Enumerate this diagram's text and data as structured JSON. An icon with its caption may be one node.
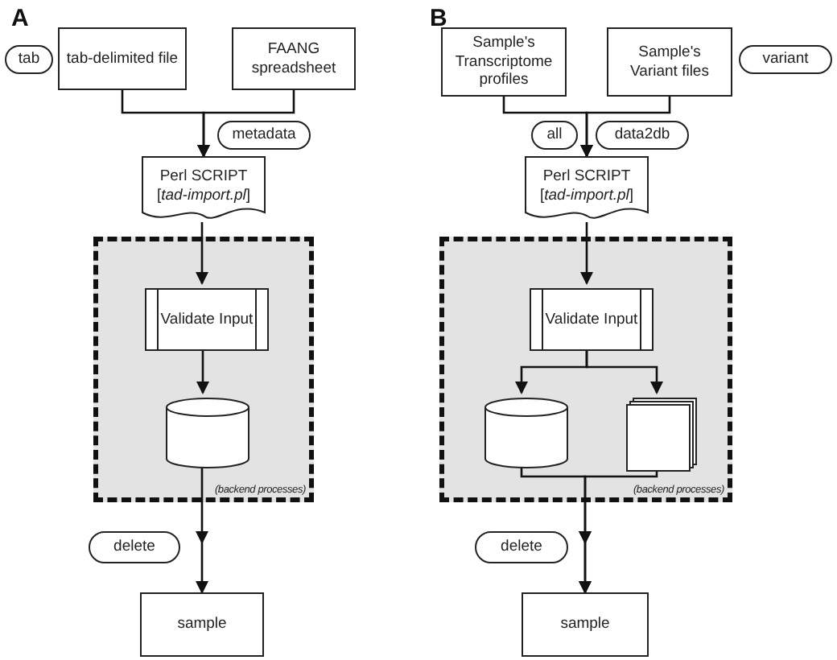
{
  "diagram": {
    "nodes": [
      {
        "text": [
          "tab"
        ]
      },
      {
        "text": [
          "tab-delimited file"
        ]
      },
      {
        "text": [
          "FAANG spreadsheet"
        ]
      },
      {
        "text": [
          "metadata"
        ]
      },
      {
        "text": [
          "Perl SCRIPT",
          "[*tad-import.pl*]"
        ]
      },
      {
        "text": [
          "(backend processes)"
        ]
      },
      {
        "text": [
          "Validate Input"
        ],
        "in": 5
      },
      {
        "text": [],
        "shape": "cylinder",
        "in": 5
      },
      {
        "text": [
          "delete"
        ]
      },
      {
        "text": [
          "sample"
        ]
      },
      {
        "text": [
          "Sample's Transcriptome profiles"
        ]
      },
      {
        "text": [
          "Sample's Variant files"
        ]
      },
      {
        "text": [
          "variant"
        ]
      },
      {
        "text": [
          "all"
        ]
      },
      {
        "text": [
          "data2db"
        ]
      },
      {
        "text": [
          "Perl SCRIPT",
          "[*tad-import.pl*]"
        ]
      },
      {
        "text": [
          "(backend processes)"
        ]
      },
      {
        "text": [
          "Validate Input"
        ],
        "in": 16
      },
      {
        "text": [],
        "shape": "cylinder",
        "in": 16
      },
      {
        "text": [],
        "shape": "box",
        "in": 16
      },
      {
        "text": [
          "delete"
        ]
      },
      {
        "text": [
          "sample"
        ]
      }
    ],
    "edges": [
      {
        "from": 1,
        "to": 4,
        "arrow": "to"
      },
      {
        "from": 2,
        "to": 4,
        "arrow": "to"
      },
      {
        "from": 4,
        "to": 6,
        "arrow": "to"
      },
      {
        "from": 6,
        "to": 7,
        "arrow": "to"
      },
      {
        "from": 7,
        "to": 9,
        "arrow": "to"
      },
      {
        "from": 10,
        "to": 15,
        "arrow": "to"
      },
      {
        "from": 11,
        "to": 15,
        "arrow": "to"
      },
      {
        "from": 15,
        "to": 17,
        "arrow": "to"
      },
      {
        "from": 17,
        "to": 18,
        "arrow": "to"
      },
      {
        "from": 17,
        "to": 19,
        "arrow": "to"
      },
      {
        "from": 18,
        "to": 21,
        "arrow": "to"
      },
      {
        "from": 19,
        "to": 21,
        "arrow": "to"
      }
    ],
    "labels": [
      "A",
      "B"
    ]
  }
}
